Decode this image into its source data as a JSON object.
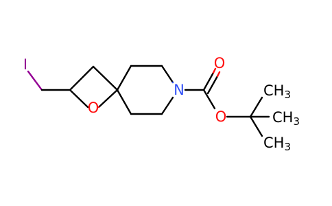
{
  "molecule": {
    "atoms": {
      "iodine": "I",
      "oxygen_ring": "O",
      "nitrogen": "N",
      "oxygen_carbonyl": "O",
      "oxygen_ester": "O",
      "methyl_top": {
        "text": "CH",
        "sub": "3"
      },
      "methyl_right": {
        "text": "CH",
        "sub": "3"
      },
      "methyl_bottom": {
        "text": "CH",
        "sub": "3"
      }
    }
  },
  "colors": {
    "iodine": "#940094",
    "oxygen": "#ff0d0d",
    "nitrogen": "#3050f8",
    "carbon_bond": "#000000"
  }
}
